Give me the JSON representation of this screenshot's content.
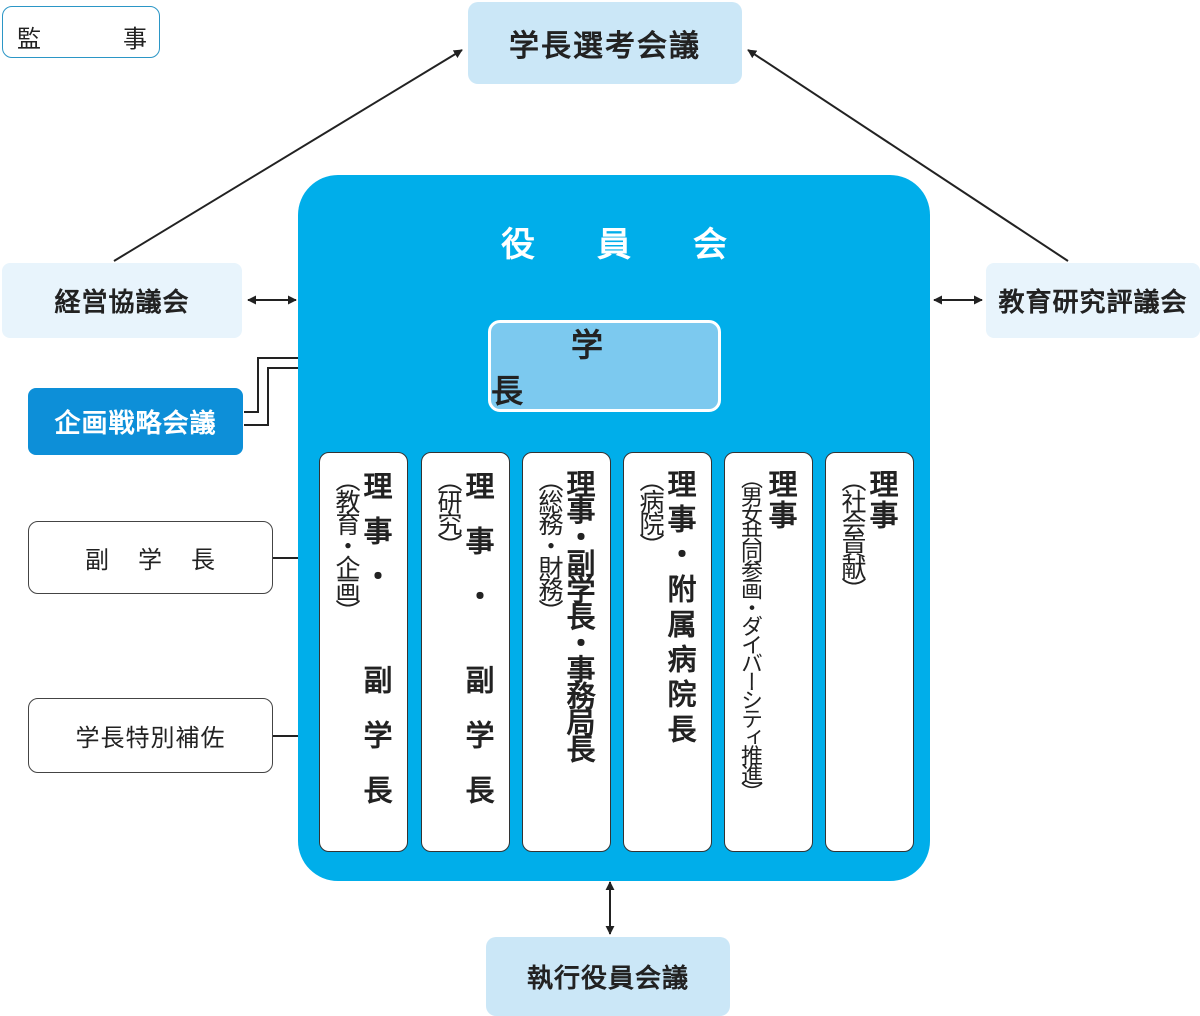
{
  "nodes": {
    "audit": [
      "監",
      "事"
    ],
    "selection_council": "学長選考会議",
    "management_council": "経営協議会",
    "education_research_council": "教育研究評議会",
    "strategy_council": "企画戦略会議",
    "vice_presidents": [
      "副",
      "学",
      "長"
    ],
    "special_assistants": "学長特別補佐",
    "executive_council": "執行役員会議",
    "board": {
      "title": "役員会",
      "president": "学長"
    }
  },
  "directors": [
    {
      "scope": "（教育・企画）",
      "role1": "理事・",
      "role2": "副学長"
    },
    {
      "scope": "（研究）",
      "role1": "理事・",
      "role2": "副学長"
    },
    {
      "scope": "（総務・財務）",
      "role1": "理事・副学長・事務局長",
      "role2": ""
    },
    {
      "scope": "（病院）",
      "role1": "理事・附属病院長",
      "role2": ""
    },
    {
      "scope": "（男女共同参画・ダイバーシティ推進）",
      "role1": "理事",
      "role2": ""
    },
    {
      "scope": "（社会貢献）",
      "role1": "理事",
      "role2": ""
    }
  ],
  "colors": {
    "board_fill": "#00aeea",
    "president_fill": "#7cc9ef",
    "council_fill": "#cbe7f7",
    "pale_fill": "#e8f4fc",
    "strategy_fill": "#0d8fd8",
    "audit_border": "#2b96c6"
  }
}
